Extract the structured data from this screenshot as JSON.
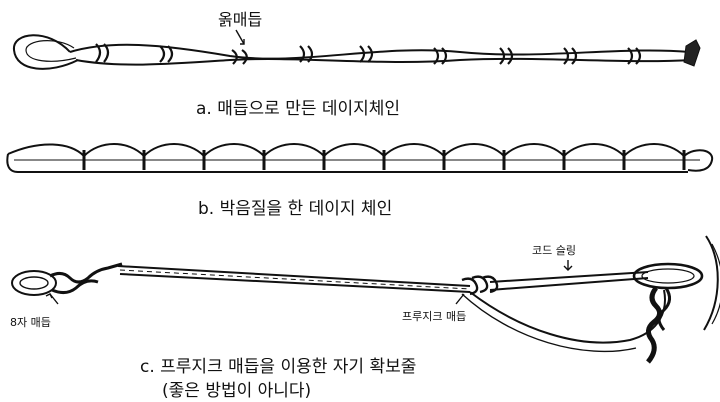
{
  "panel_a": {
    "annotation": "옭매듭",
    "caption": "a. 매듭으로 만든 데이지체인"
  },
  "panel_b": {
    "caption": "b. 박음질을 한 데이지 체인"
  },
  "panel_c": {
    "cord_sling_label": "코드 슬링",
    "figure8_label": "8자 매듭",
    "prusik_label": "프루지크 매듭",
    "caption_line1": "c. 프루지크 매듭을 이용한 자기 확보줄",
    "caption_line2": "(좋은 방법이 아니다)"
  }
}
